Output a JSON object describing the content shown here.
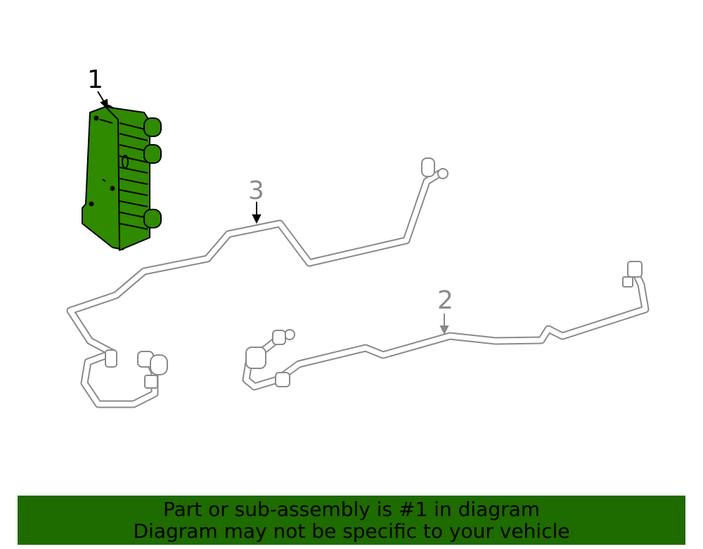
{
  "callouts": [
    {
      "number": "1",
      "part": "highlighted"
    },
    {
      "number": "2",
      "part": "line-2"
    },
    {
      "number": "3",
      "part": "line-3"
    }
  ],
  "banner": {
    "line1": "Part or sub-assembly is #1 in diagram",
    "line2": "Diagram may not be specific to your vehicle"
  },
  "colors": {
    "highlight": "#1e6b00",
    "part_green": "#2f8a00",
    "line_gray": "#8a8a8a",
    "outline": "#000000",
    "background": "#ffffff"
  }
}
